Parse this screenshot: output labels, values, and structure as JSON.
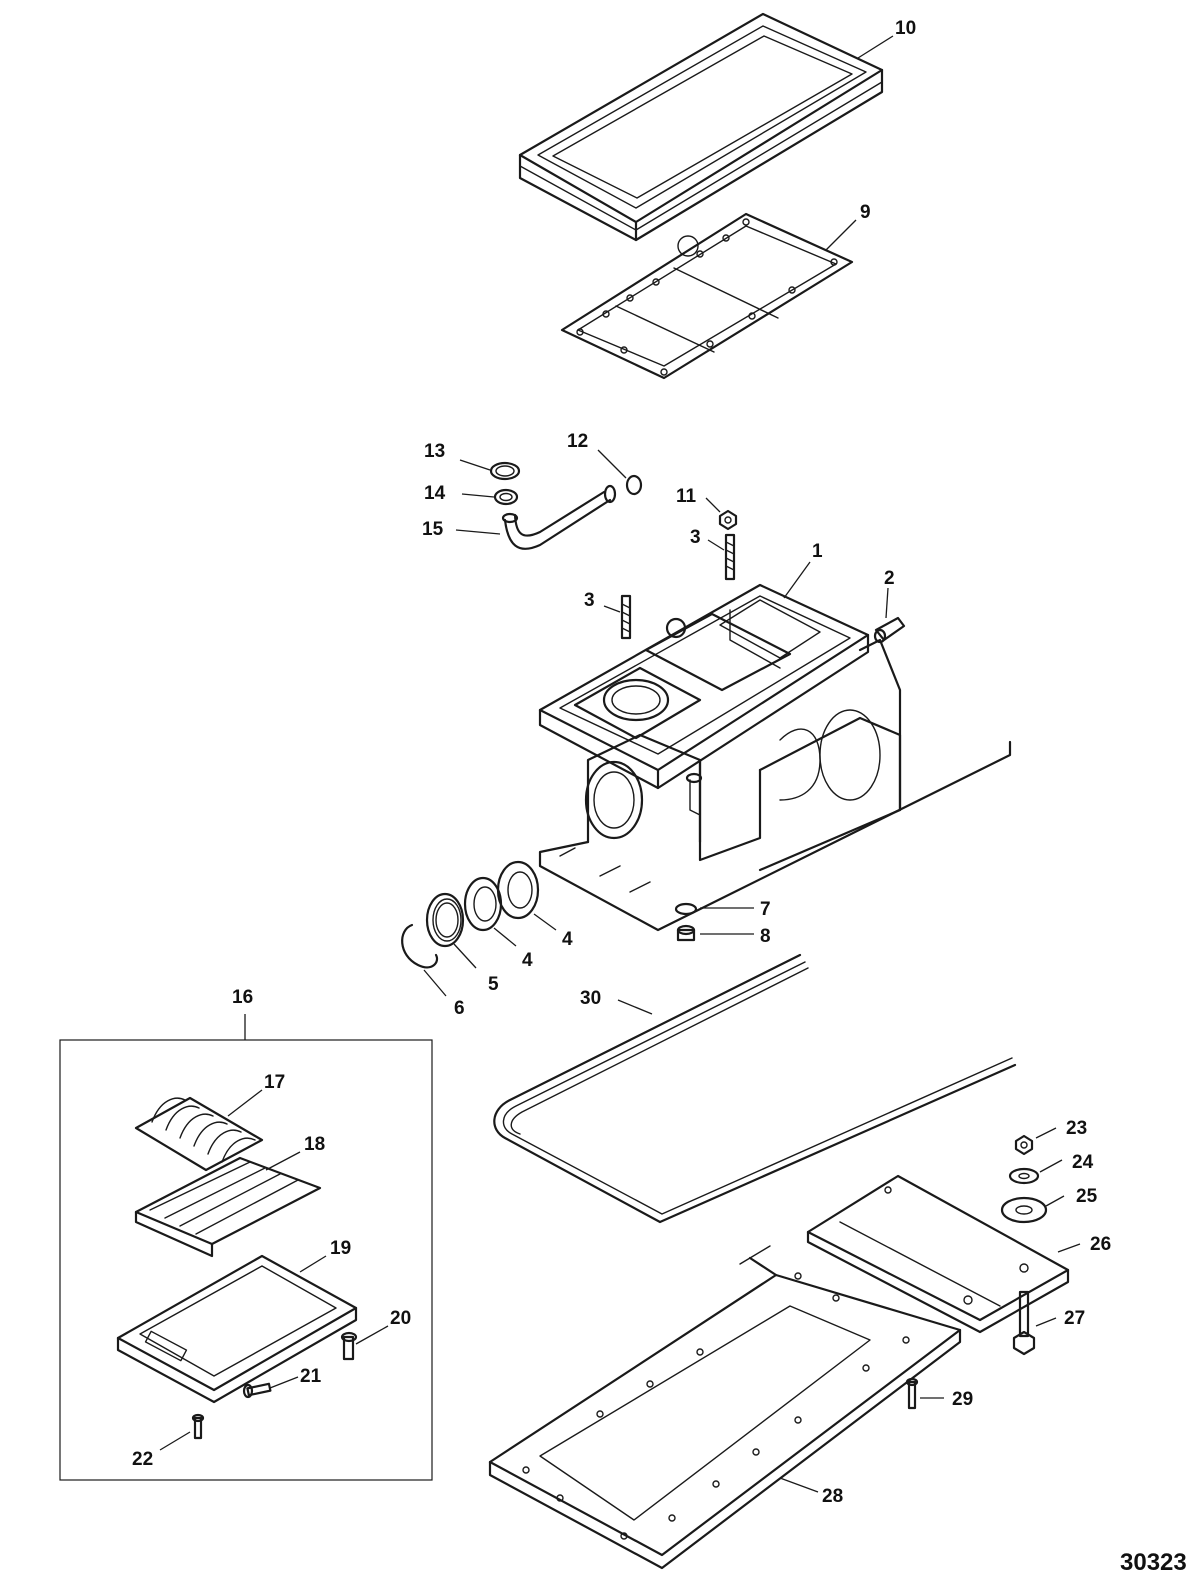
{
  "figure_number": "30323",
  "callouts": {
    "c1": "1",
    "c2": "2",
    "c3a": "3",
    "c3b": "3",
    "c4a": "4",
    "c4b": "4",
    "c5": "5",
    "c6": "6",
    "c7": "7",
    "c8": "8",
    "c9": "9",
    "c10": "10",
    "c11": "11",
    "c12": "12",
    "c13": "13",
    "c14": "14",
    "c15": "15",
    "c16": "16",
    "c17": "17",
    "c18": "18",
    "c19": "19",
    "c20": "20",
    "c21": "21",
    "c22": "22",
    "c23": "23",
    "c24": "24",
    "c25": "25",
    "c26": "26",
    "c27": "27",
    "c28": "28",
    "c29": "29",
    "c30": "30"
  }
}
